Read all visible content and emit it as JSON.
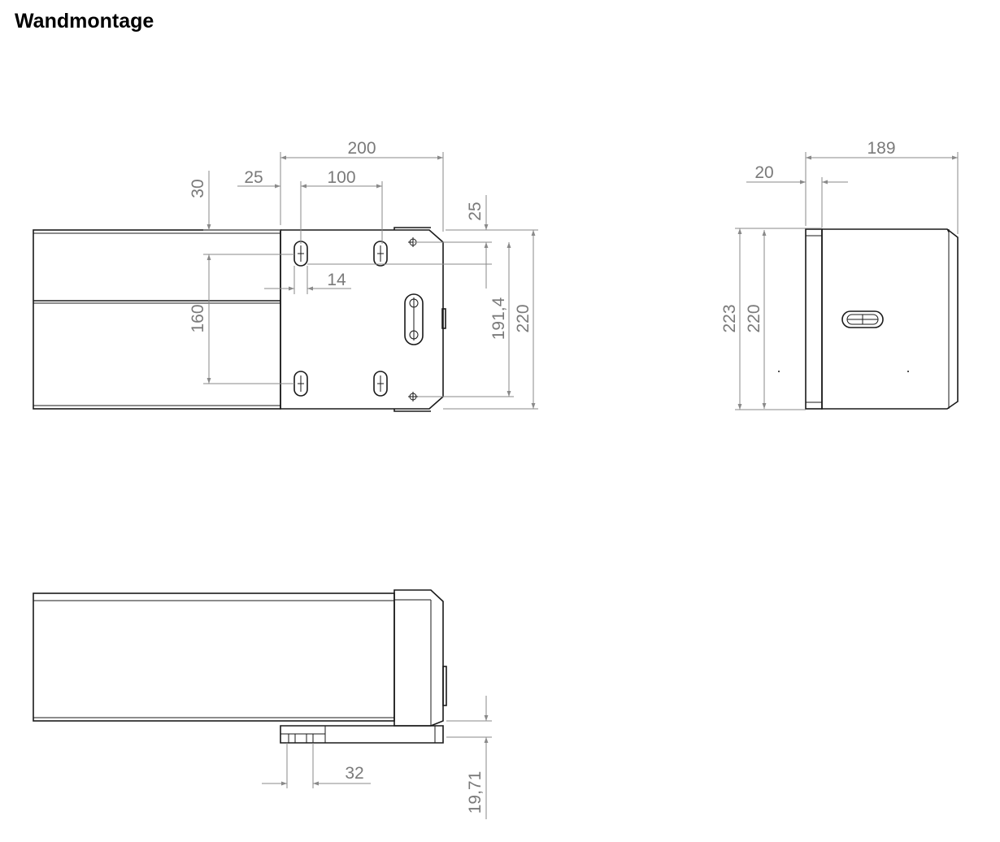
{
  "page": {
    "title": "Wandmontage"
  },
  "views": {
    "front": {
      "dims": {
        "width_200": "200",
        "offset_25": "25",
        "spacing_100": "100",
        "top_30": "30",
        "hole_14": "14",
        "vert_160": "160",
        "top_25": "25",
        "h_191_4": "191,4",
        "h_220": "220"
      }
    },
    "side": {
      "dims": {
        "depth_189": "189",
        "plate_20": "20",
        "h_223": "223",
        "h_220": "220"
      }
    },
    "bottom": {
      "dims": {
        "w_32": "32",
        "h_19_71": "19,71"
      }
    }
  },
  "colors": {
    "line": "#1a1a1a",
    "dimension": "#7a7a7a",
    "background": "#ffffff"
  }
}
